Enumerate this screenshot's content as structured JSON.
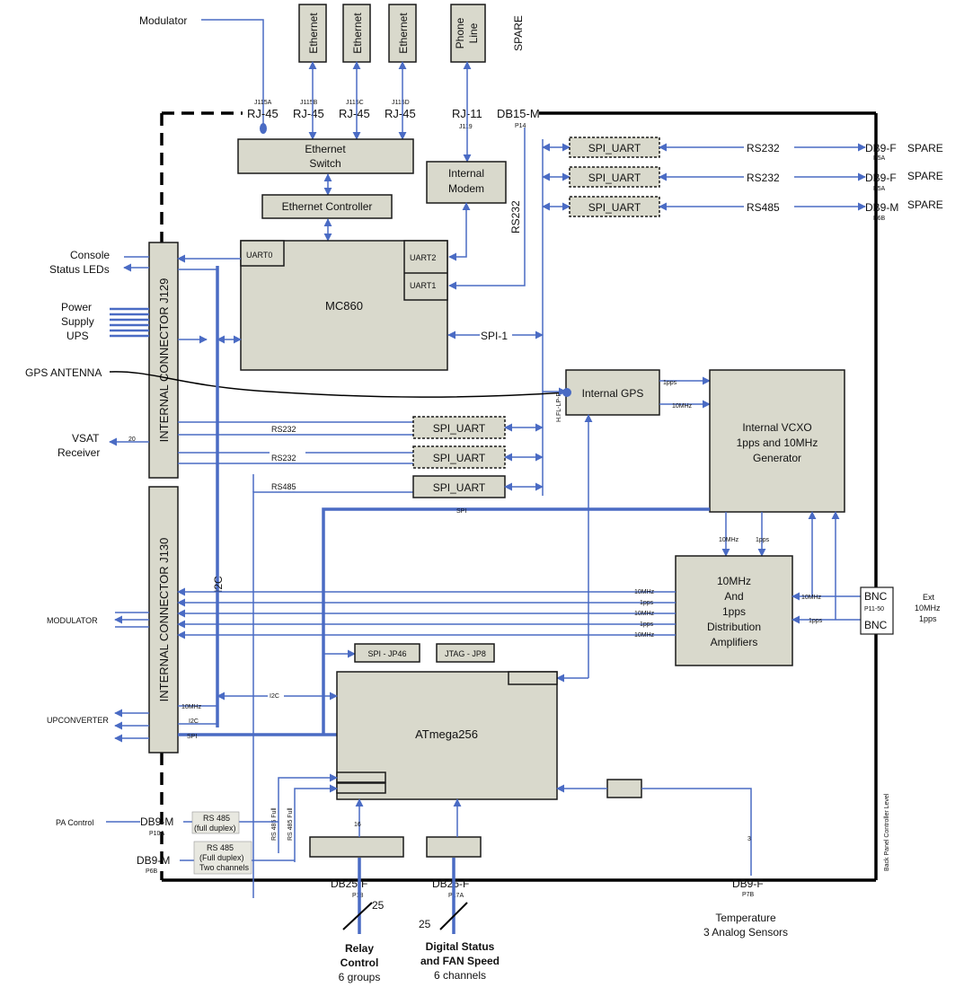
{
  "external": {
    "modulator_top": "Modulator",
    "spare_top": "SPARE",
    "console": "Console",
    "status_leds": "Status LEDs",
    "power": "Power",
    "supply": "Supply",
    "ups": "UPS",
    "gps_antenna": "GPS ANTENNA",
    "vsat_line1": "VSAT",
    "vsat_line2": "Receiver",
    "modulator_left": "MODULATOR",
    "upconverter": "UPCONVERTER",
    "pa_control": "PA Control",
    "spare_1": "SPARE",
    "spare_2": "SPARE",
    "spare_3": "SPARE",
    "ext_1": "Ext",
    "ext_2": "10MHz",
    "ext_3": "1pps",
    "relay_1": "Relay",
    "relay_2": "Control",
    "relay_3": "6 groups",
    "digital_1": "Digital Status",
    "digital_2": "and FAN Speed",
    "digital_3": "6 channels",
    "temp_1": "Temperature",
    "temp_2": "3 Analog Sensors",
    "panel_label": "Back Panel Controller Level"
  },
  "top_boxes": {
    "ethernet_1": "Ethernet",
    "ethernet_2": "Ethernet",
    "ethernet_3": "Ethernet",
    "phone_1": "Phone",
    "phone_2": "Line"
  },
  "connectors": {
    "j115a": "J115A",
    "j115b": "J115B",
    "j115c": "J115C",
    "j115d": "J115D",
    "rj45": "RJ-45",
    "rj11": "RJ-11",
    "j119": "J119",
    "db15m": "DB15-M",
    "p14": "P14",
    "db9f_1": "DB9-F",
    "p5a_1": "P5A",
    "db9f_2": "DB9-F",
    "p5a_2": "P5A",
    "db9m_1": "DB9-M",
    "p6b_1": "P6B",
    "bnc": "BNC",
    "p11": "P11-50",
    "db9m_pa": "DB9-M",
    "p10a": "P10A",
    "db9m_b": "DB9-M",
    "p6b_2": "P6B",
    "db25f_1": "DB25-F",
    "p18": "P18",
    "db25f_2": "DB25-F",
    "p17a": "P17A",
    "db9f_t": "DB9-F",
    "p7b": "P7B"
  },
  "blocks": {
    "eth_switch_1": "Ethernet",
    "eth_switch_2": "Switch",
    "eth_controller": "Ethernet Controller",
    "modem_1": "Internal",
    "modem_2": "Modem",
    "mc860": "MC860",
    "uart0": "UART0",
    "uart2": "UART2",
    "uart1": "UART1",
    "spi_uart": "SPI_UART",
    "internal_gps": "Internal GPS",
    "gps_conn": "H.FL-LP-F",
    "vcxo_1": "Internal VCXO",
    "vcxo_2": "1pps and 10MHz",
    "vcxo_3": "Generator",
    "dist_1": "10MHz",
    "dist_2": "And",
    "dist_3": "1pps",
    "dist_4": "Distribution",
    "dist_5": "Amplifiers",
    "spi_jp46": "SPI - JP46",
    "jtag_jp8": "JTAG - JP8",
    "atmega": "ATmega256",
    "j129": "INTERNAL CONNECTOR J129",
    "j130": "INTERNAL CONNECTOR J130"
  },
  "signals": {
    "rs232": "RS232",
    "rs485": "RS485",
    "rs232_v": "RS232",
    "spi1": "SPI-1",
    "i2c": "I2C",
    "i2c_small": "I2C",
    "spi": "SPI",
    "s10mhz": "10MHz",
    "s1pps": "1pps",
    "num20": "20",
    "num16": "16",
    "num25": "25",
    "num3": "3",
    "rs485_full_1": "RS 485",
    "rs485_full_2": "(full duplex)",
    "rs485_two_1": "RS 485",
    "rs485_two_2": "(Full duplex)",
    "rs485_two_3": "Two channels",
    "rs485_full_v": "RS 485 Full"
  }
}
